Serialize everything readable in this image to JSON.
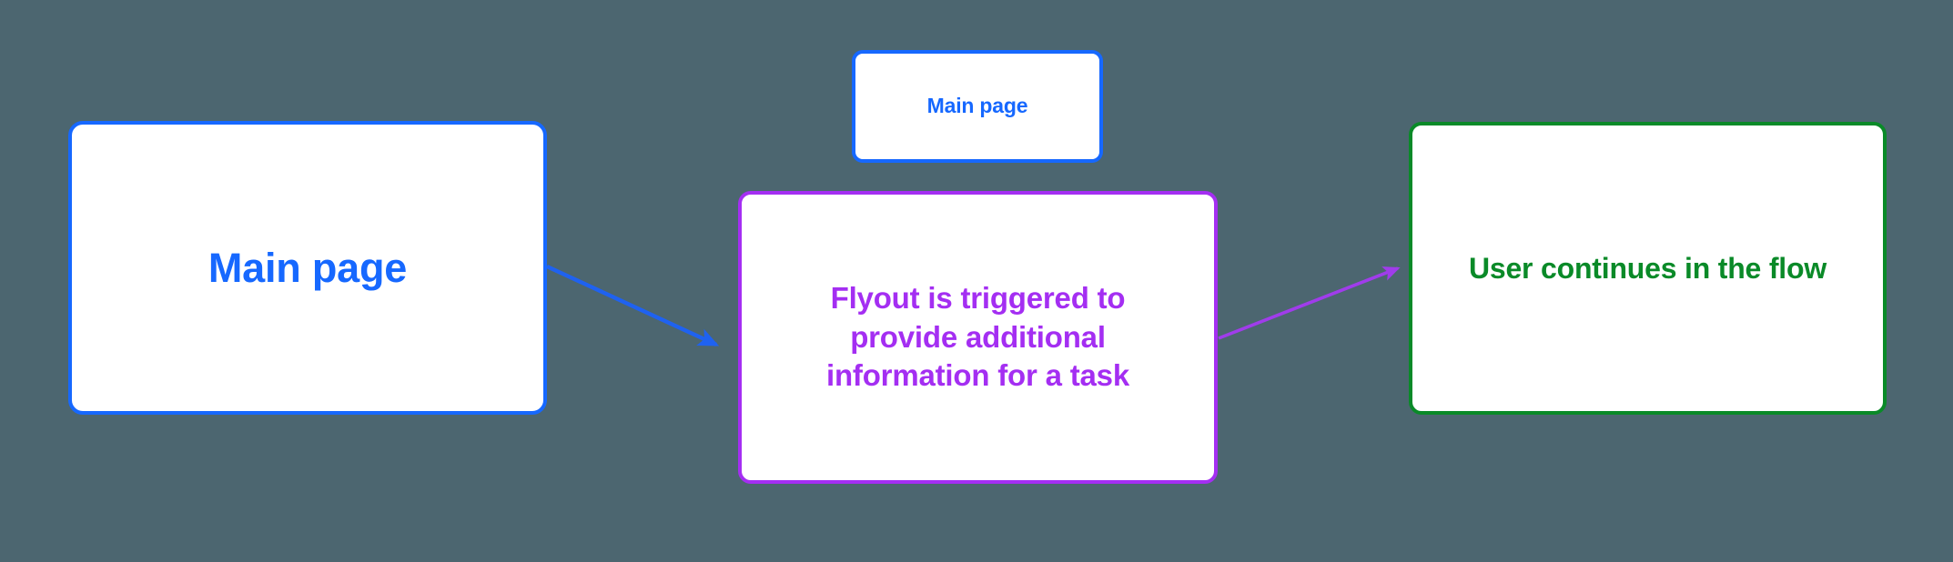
{
  "diagram": {
    "background_color": "#4c6670",
    "nodes": [
      {
        "id": "main-page-large",
        "label": "Main page",
        "color": "#1668ff",
        "border_color": "#1668ff",
        "fill": "#ffffff"
      },
      {
        "id": "main-page-small",
        "label": "Main page",
        "color": "#1668ff",
        "border_color": "#1668ff",
        "fill": "#ffffff"
      },
      {
        "id": "flyout",
        "label": "Flyout is triggered to provide additional information for a task",
        "color": "#a42ef2",
        "border_color": "#a42ef2",
        "fill": "#ffffff"
      },
      {
        "id": "user-continues",
        "label": "User continues in the flow",
        "color": "#0a8a28",
        "border_color": "#0a8a28",
        "fill": "#ffffff"
      }
    ],
    "edges": [
      {
        "id": "edge-main-to-flyout",
        "from": "main-page-large",
        "to": "flyout",
        "color": "#1f62f0",
        "style": "solid-arrow"
      },
      {
        "id": "edge-flyout-to-user",
        "from": "flyout",
        "to": "user-continues",
        "color": "#a03ceb",
        "style": "solid-arrow"
      }
    ]
  }
}
